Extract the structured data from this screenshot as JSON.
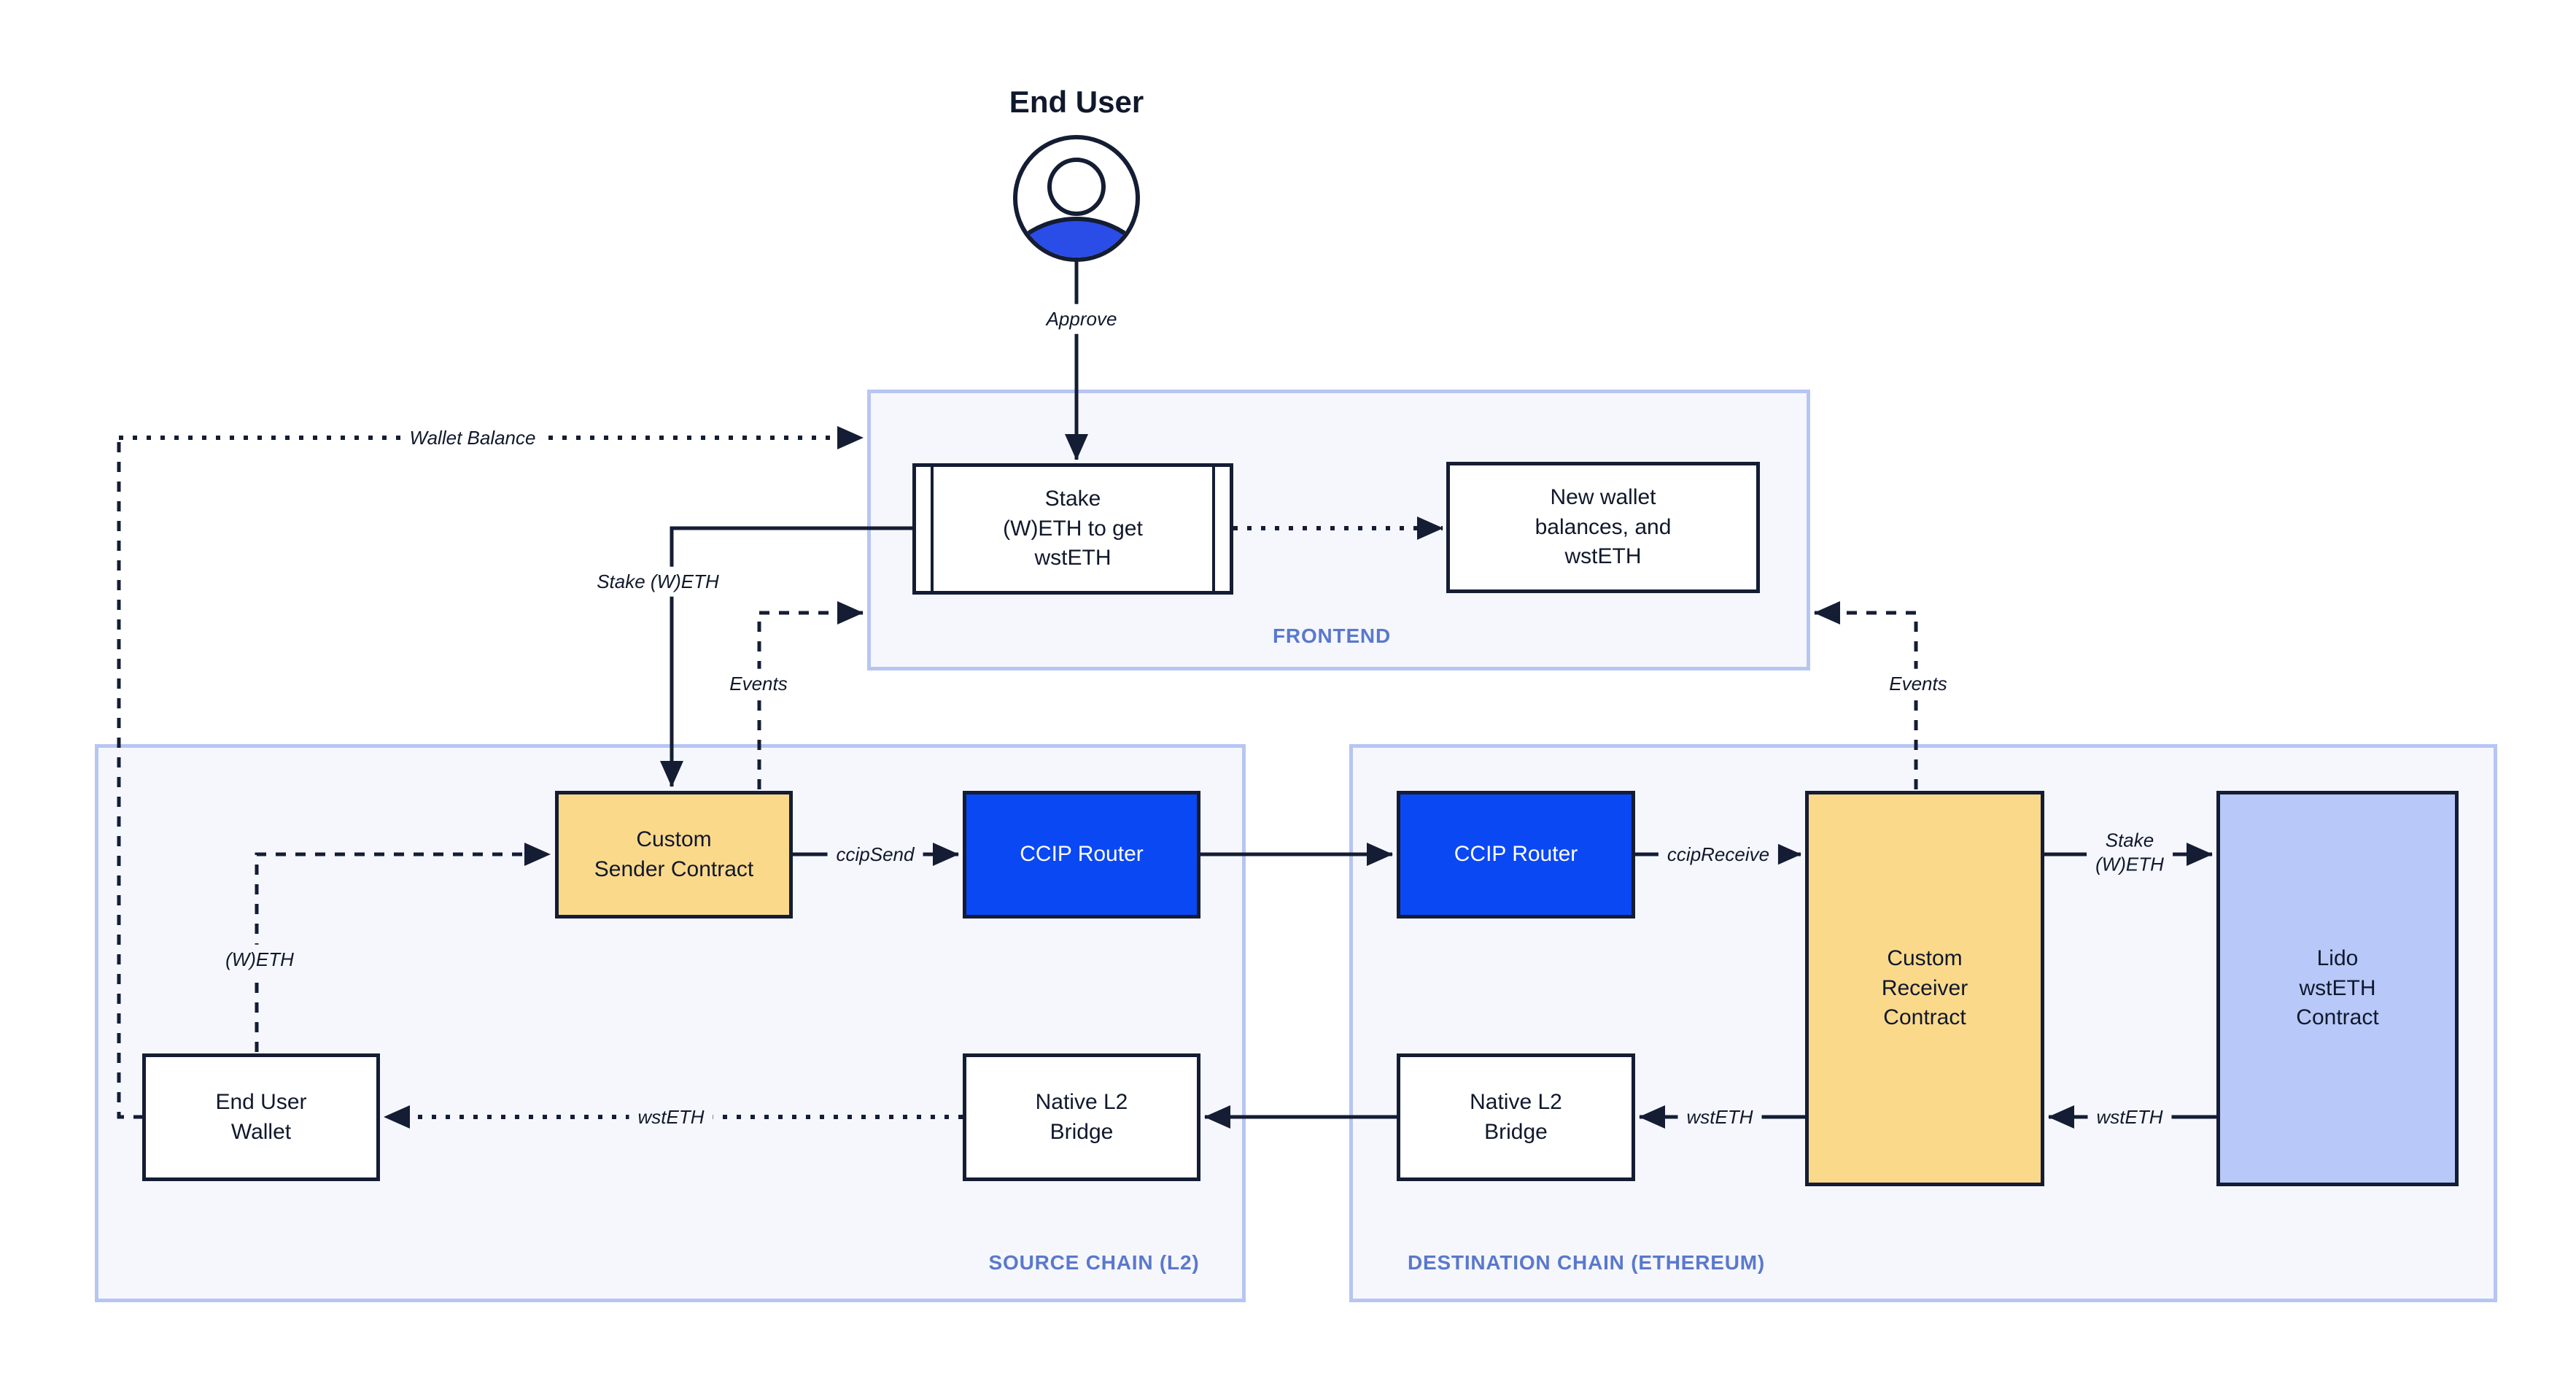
{
  "actor": {
    "title": "End User"
  },
  "containers": {
    "frontend": {
      "label": "FRONTEND"
    },
    "source_chain": {
      "label": "SOURCE CHAIN (L2)"
    },
    "destination_chain": {
      "label": "DESTINATION CHAIN (ETHEREUM)"
    }
  },
  "nodes": {
    "stake_widget": {
      "label": "Stake\n(W)ETH to get\nwstETH"
    },
    "new_wallet": {
      "label": "New wallet\nbalances, and\nwstETH"
    },
    "custom_sender": {
      "label": "Custom\nSender Contract"
    },
    "ccip_router_source": {
      "label": "CCIP Router"
    },
    "ccip_router_destination": {
      "label": "CCIP Router"
    },
    "custom_receiver": {
      "label": "Custom\nReceiver\nContract"
    },
    "lido_wsteth": {
      "label": "Lido\nwstETH\nContract"
    },
    "native_l2_bridge_source": {
      "label": "Native L2\nBridge"
    },
    "native_l2_bridge_destination": {
      "label": "Native L2\nBridge"
    },
    "end_user_wallet": {
      "label": "End User\nWallet"
    }
  },
  "edge_labels": {
    "approve": "Approve",
    "wallet_balance": "Wallet Balance",
    "stake_weth_frontend": "Stake (W)ETH",
    "events_source": "Events",
    "events_destination": "Events",
    "weth": "(W)ETH",
    "ccip_send": "ccipSend",
    "ccip_receive": "ccipReceive",
    "stake_weth_receiver": "Stake\n(W)ETH",
    "wsteth_from_lido": "wstETH",
    "wsteth_to_bridge": "wstETH",
    "wsteth_to_wallet": "wstETH"
  },
  "colors": {
    "contract_yellow": "#fbd98b",
    "router_blue": "#0a48f4",
    "lido_lavender": "#b8c8f8",
    "panel_fill": "#f5f7fd",
    "panel_border": "#b7c5f2",
    "section_label_blue": "#5a78cd",
    "stroke_dark": "#141d33",
    "actor_body_blue": "#2a4de8"
  }
}
